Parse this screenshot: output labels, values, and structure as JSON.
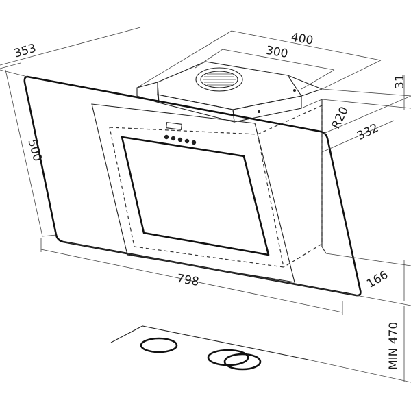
{
  "dimensions": {
    "depth_top": "353",
    "width_top": "400",
    "width_motor": "300",
    "height_chimney": "31",
    "radius": "R20",
    "depth_side": "332",
    "height_panel": "500",
    "width_bottom": "798",
    "height_bottom": "166",
    "min_height": "MIN 470"
  },
  "colors": {
    "line": "#222222",
    "background": "#ffffff"
  }
}
